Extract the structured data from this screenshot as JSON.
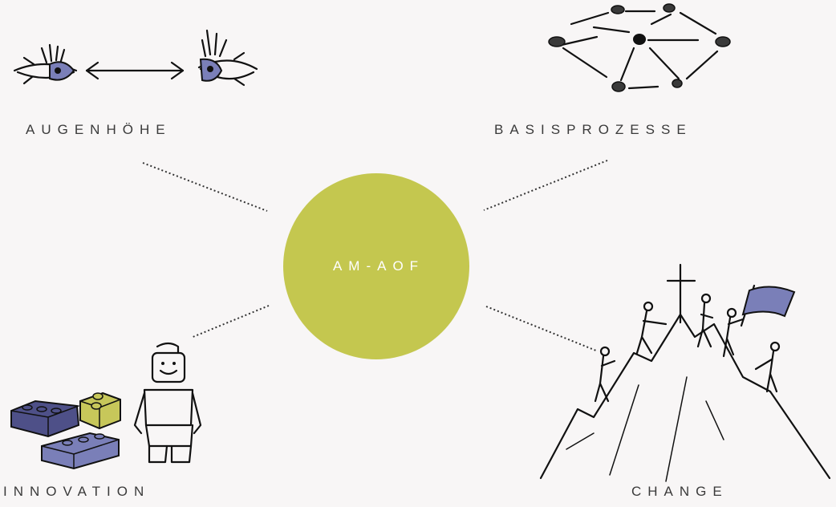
{
  "center": {
    "label": "AM-AOF"
  },
  "nodes": {
    "augenhoehe": {
      "label": "AUGENHÖHE"
    },
    "basisprozesse": {
      "label": "BASISPROZESSE"
    },
    "innovation": {
      "label": "INNOVATION"
    },
    "change": {
      "label": "CHANGE"
    }
  },
  "colors": {
    "background": "#f8f6f6",
    "hub": "#c4c74f",
    "accent_blue": "#7a7fb8",
    "lego_yellow": "#c7c75a",
    "text": "#3a3a3a"
  },
  "icons": {
    "augenhoehe": "eyes-arrow-icon",
    "basisprozesse": "network-icon",
    "innovation": "lego-figure-icon",
    "change": "mountain-climbers-icon"
  }
}
